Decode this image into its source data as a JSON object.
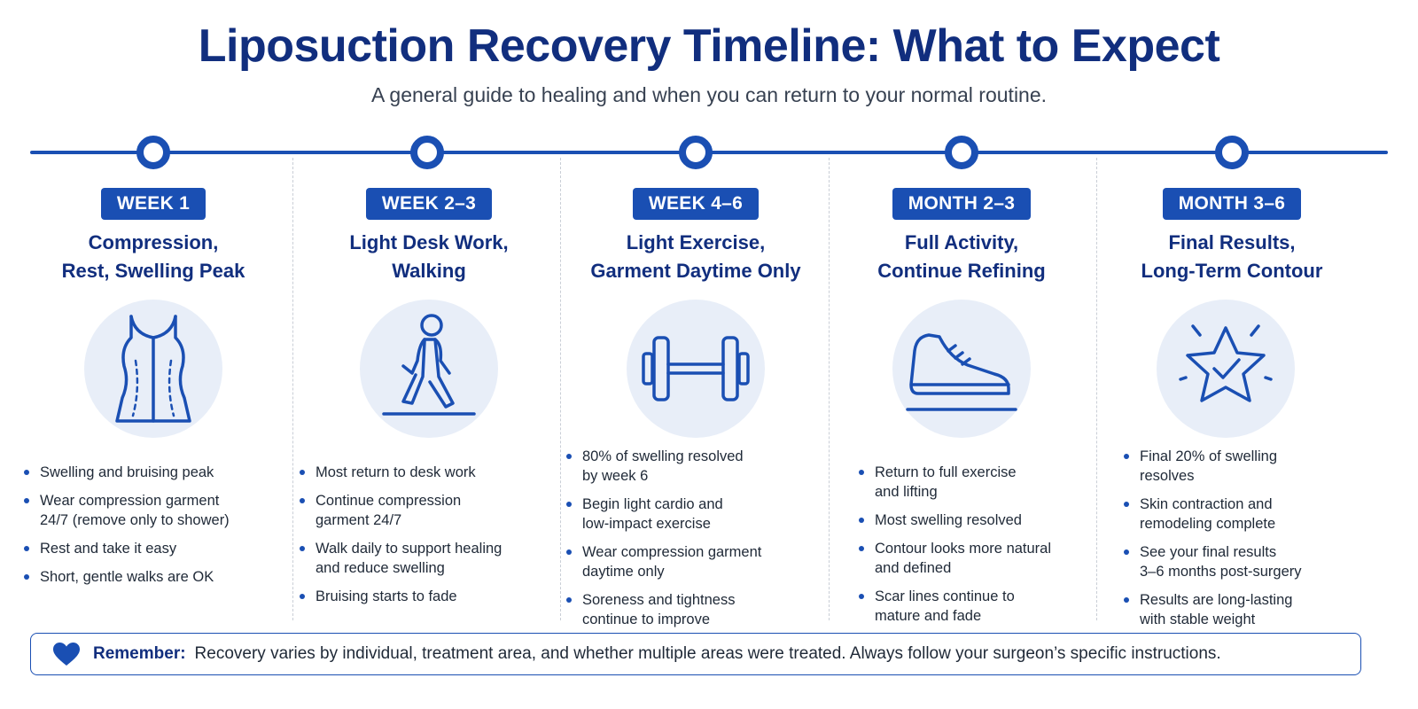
{
  "header": {
    "title": "Liposuction Recovery Timeline: What to Expect",
    "subtitle": "A general guide to healing and when you can return to your normal routine."
  },
  "colors": {
    "primary": "#1a4fb3",
    "title": "#112e7e",
    "icon_bg": "#e8eef8"
  },
  "stages": [
    {
      "badge": "WEEK 1",
      "title": "Compression,\nRest, Swelling Peak",
      "icon": "compression-garment-icon",
      "bullets": [
        "Swelling and bruising peak",
        "Wear compression garment\n24/7 (remove only to shower)",
        "Rest and take it easy",
        "Short, gentle walks are OK"
      ]
    },
    {
      "badge": "WEEK 2–3",
      "title": "Light Desk Work,\nWalking",
      "icon": "walking-person-icon",
      "bullets": [
        "Most return to desk work",
        "Continue compression\ngarment 24/7",
        "Walk daily to support healing\nand reduce swelling",
        "Bruising starts to fade"
      ]
    },
    {
      "badge": "WEEK 4–6",
      "title": "Light Exercise,\nGarment Daytime Only",
      "icon": "dumbbell-icon",
      "bullets": [
        "80% of swelling resolved\nby week 6",
        "Begin light cardio and\nlow-impact exercise",
        "Wear compression garment\ndaytime only",
        "Soreness and tightness\ncontinue to improve"
      ]
    },
    {
      "badge": "MONTH 2–3",
      "title": "Full Activity,\nContinue Refining",
      "icon": "sneaker-icon",
      "bullets": [
        "Return to full exercise\nand lifting",
        "Most swelling resolved",
        "Contour looks more natural\nand defined",
        "Scar lines continue to\nmature and fade"
      ]
    },
    {
      "badge": "MONTH 3–6",
      "title": "Final Results,\nLong-Term Contour",
      "icon": "star-check-icon",
      "bullets": [
        "Final 20% of swelling\nresolves",
        "Skin contraction and\nremodeling complete",
        "See your final results\n3–6 months post-surgery",
        "Results are long-lasting\nwith stable weight"
      ]
    }
  ],
  "footer": {
    "label": "Remember:",
    "text": "Recovery varies by individual, treatment area, and whether multiple areas were treated. Always follow your surgeon’s specific instructions.",
    "icon": "heart-icon"
  }
}
